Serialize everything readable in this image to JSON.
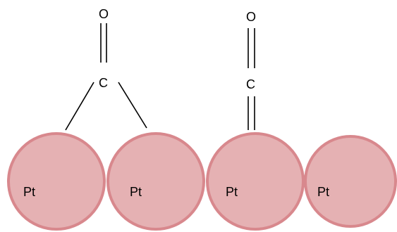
{
  "colors": {
    "platinum_fill": "#e5b1b3",
    "platinum_stroke": "#d8888d",
    "bond": "#000000",
    "text": "#000000"
  },
  "platinum_atoms": [
    {
      "label": "Pt"
    },
    {
      "label": "Pt"
    },
    {
      "label": "Pt"
    },
    {
      "label": "Pt"
    }
  ],
  "bridging_co": {
    "oxygen": "O",
    "carbon": "C"
  },
  "linear_co": {
    "oxygen": "O",
    "carbon": "C"
  }
}
